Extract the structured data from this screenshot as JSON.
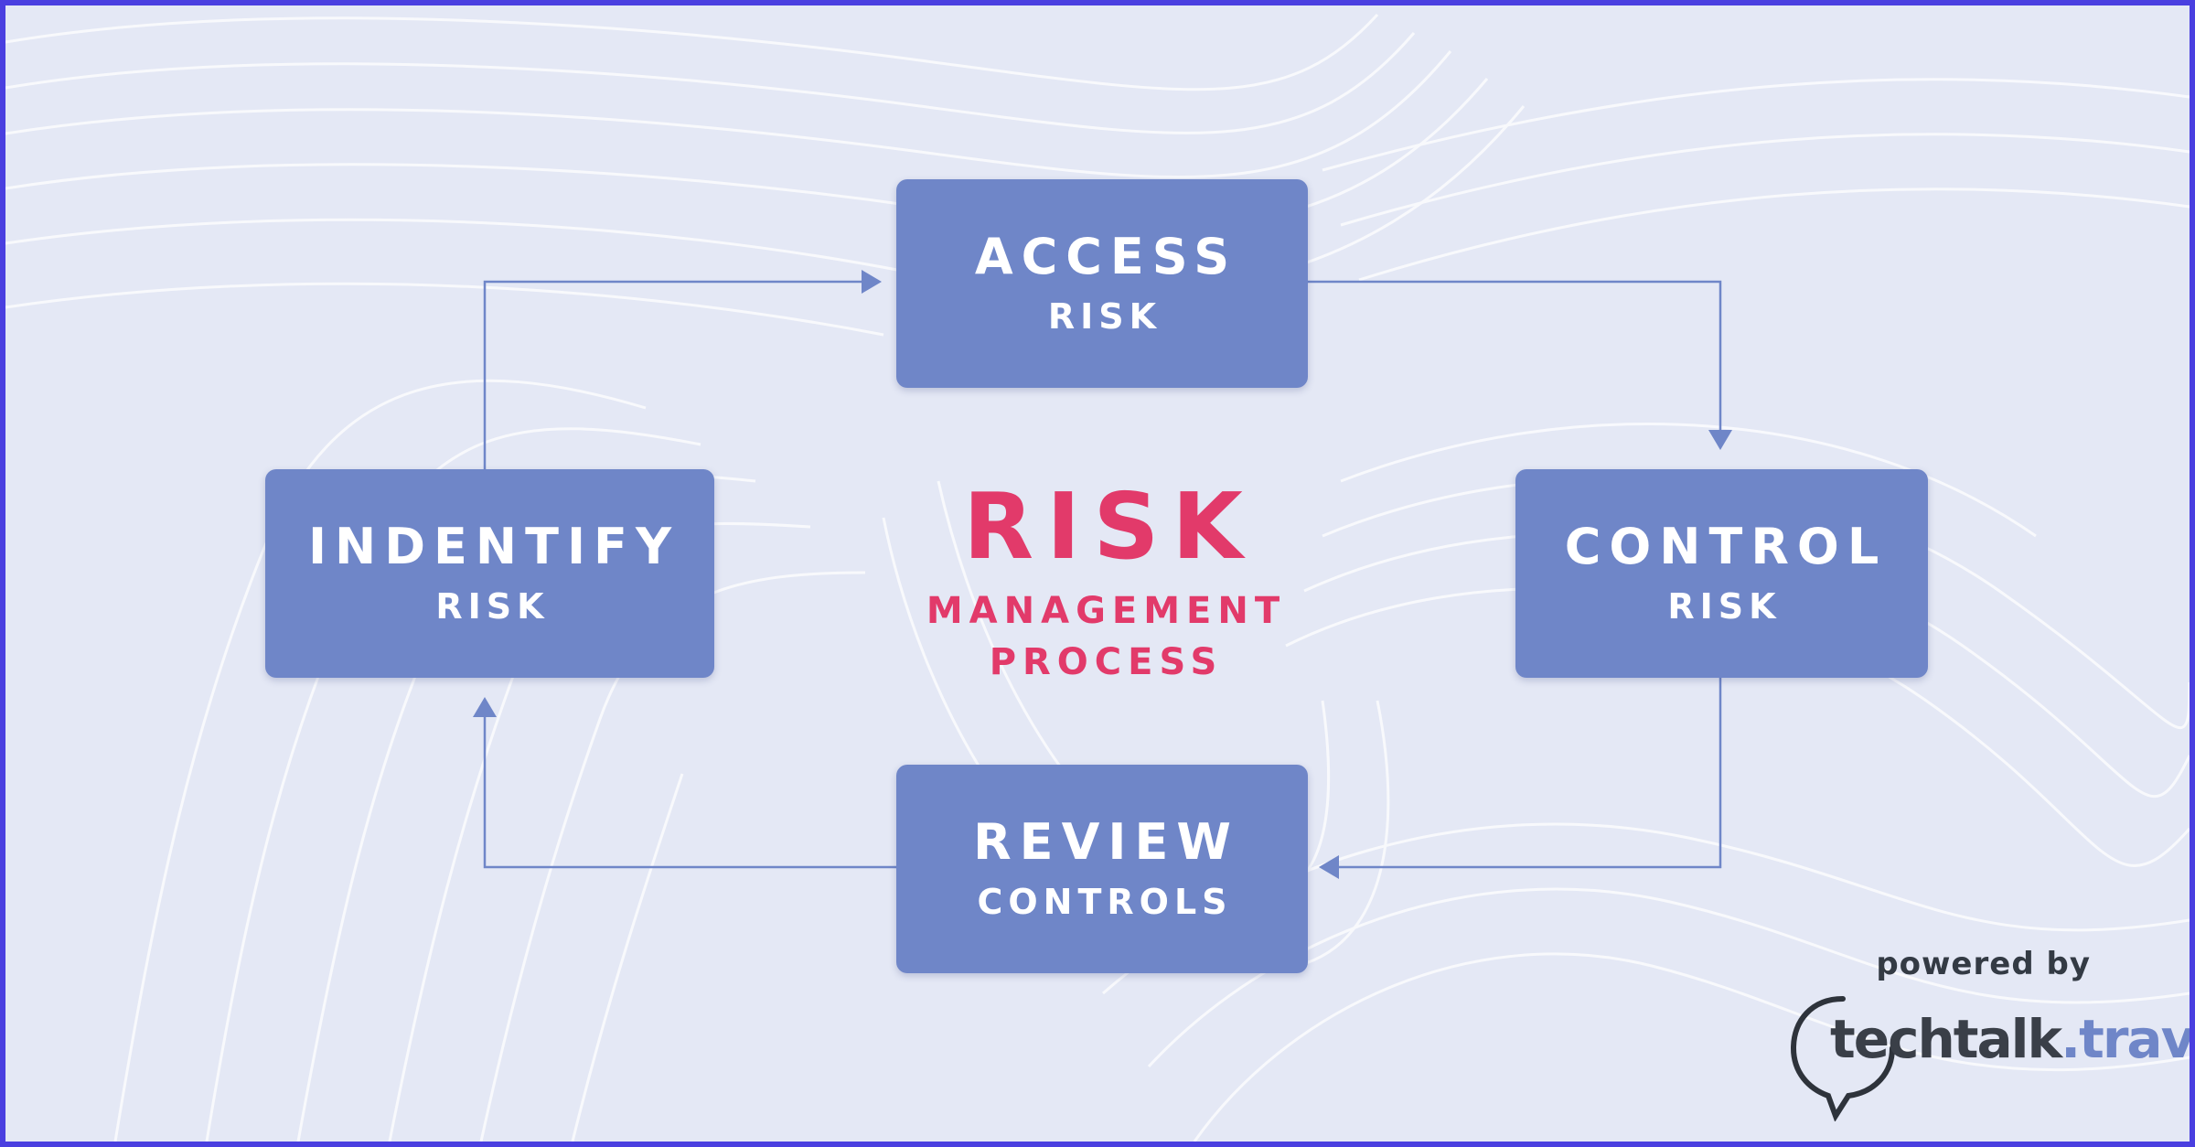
{
  "diagram": {
    "title": {
      "main": "RISK",
      "line1": "MANAGEMENT",
      "line2": "PROCESS"
    },
    "steps": [
      {
        "id": "access",
        "main": "ACCESS",
        "sub": "RISK"
      },
      {
        "id": "control",
        "main": "CONTROL",
        "sub": "RISK"
      },
      {
        "id": "review",
        "main": "REVIEW",
        "sub": "CONTROLS"
      },
      {
        "id": "identify",
        "main": "INDENTIFY",
        "sub": "RISK"
      }
    ],
    "flow": [
      "access",
      "control",
      "review",
      "identify",
      "access"
    ]
  },
  "branding": {
    "powered_by": "powered by",
    "logo_part1": "techtalk",
    "logo_part2": ".travel"
  },
  "colors": {
    "box_fill": "#6f86c8",
    "arrow": "#6f86c8",
    "title": "#e23a6a",
    "background": "#e4e8f5",
    "border": "#4a3fe0"
  }
}
